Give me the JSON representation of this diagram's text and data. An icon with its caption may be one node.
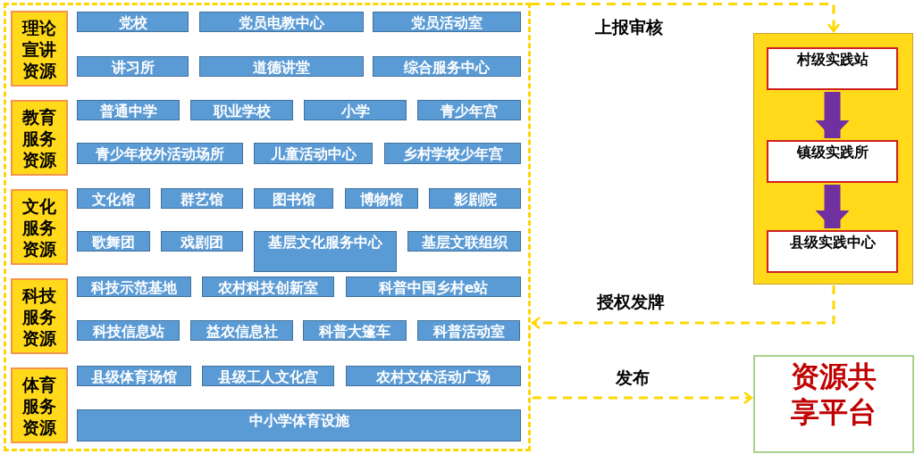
{
  "diagram": {
    "nodes": [
      {
        "text": [],
        "shape": "box"
      },
      {
        "text": [
          "理论宣讲资源"
        ],
        "in": 0
      },
      {
        "text": [
          "党校"
        ],
        "in": 0
      },
      {
        "text": [
          "党员电教中心"
        ],
        "in": 0
      },
      {
        "text": [
          "党员活动室"
        ],
        "in": 0
      },
      {
        "text": [
          "讲习所"
        ],
        "in": 0
      },
      {
        "text": [
          "道德讲堂"
        ],
        "in": 0
      },
      {
        "text": [
          "综合服务中心"
        ],
        "in": 0
      },
      {
        "text": [
          "教育服务资源"
        ],
        "in": 0
      },
      {
        "text": [
          "普通中学"
        ],
        "in": 0
      },
      {
        "text": [
          "职业学校"
        ],
        "in": 0
      },
      {
        "text": [
          "小学"
        ],
        "in": 0
      },
      {
        "text": [
          "青少年宫"
        ],
        "in": 0
      },
      {
        "text": [
          "青少年校外活动场所"
        ],
        "in": 0
      },
      {
        "text": [
          "儿童活动中心"
        ],
        "in": 0
      },
      {
        "text": [
          "乡村学校少年宫"
        ],
        "in": 0
      },
      {
        "text": [
          "文化服务资源"
        ],
        "in": 0
      },
      {
        "text": [
          "文化馆"
        ],
        "in": 0
      },
      {
        "text": [
          "群艺馆"
        ],
        "in": 0
      },
      {
        "text": [
          "图书馆"
        ],
        "in": 0
      },
      {
        "text": [
          "博物馆"
        ],
        "in": 0
      },
      {
        "text": [
          "影剧院"
        ],
        "in": 0
      },
      {
        "text": [
          "歌舞团"
        ],
        "in": 0
      },
      {
        "text": [
          "戏剧团"
        ],
        "in": 0
      },
      {
        "text": [
          "基层文化服务中心"
        ],
        "in": 0
      },
      {
        "text": [
          "基层文联组织"
        ],
        "in": 0
      },
      {
        "text": [
          "科技服务资源"
        ],
        "in": 0
      },
      {
        "text": [
          "科技示范基地"
        ],
        "in": 0
      },
      {
        "text": [
          "农村科技创新室"
        ],
        "in": 0
      },
      {
        "text": [
          "科普中国乡村e站"
        ],
        "in": 0
      },
      {
        "text": [
          "科技信息站"
        ],
        "in": 0
      },
      {
        "text": [
          "益农信息社"
        ],
        "in": 0
      },
      {
        "text": [
          "科普大篷车"
        ],
        "in": 0
      },
      {
        "text": [
          "科普活动室"
        ],
        "in": 0
      },
      {
        "text": [
          "体育服务资源"
        ],
        "in": 0
      },
      {
        "text": [
          "县级体育场馆"
        ],
        "in": 0
      },
      {
        "text": [
          "县级工人文化宫"
        ],
        "in": 0
      },
      {
        "text": [
          "农村文体活动广场"
        ],
        "in": 0
      },
      {
        "text": [
          "中小学体育设施"
        ],
        "in": 0
      },
      {
        "text": [],
        "shape": "box"
      },
      {
        "text": [
          "村级实践站"
        ],
        "in": 39
      },
      {
        "text": [
          "镇级实践所"
        ],
        "in": 39
      },
      {
        "text": [
          "县级实践中心"
        ],
        "in": 39
      },
      {
        "text": [
          "资源共享平台"
        ]
      }
    ],
    "edges": [
      {
        "from": 0,
        "to": 39,
        "arrow": "to",
        "style": "dashed",
        "label": "上报审核"
      },
      {
        "from": 39,
        "to": 0,
        "arrow": "to",
        "style": "dashed",
        "label": "授权发牌"
      },
      {
        "from": 0,
        "to": 43,
        "arrow": "to",
        "style": "dashed",
        "label": "发布"
      },
      {
        "from": 40,
        "to": 41,
        "arrow": "to",
        "style": "thick",
        "color": "#7030a0"
      },
      {
        "from": 41,
        "to": 42,
        "arrow": "to",
        "style": "thick",
        "color": "#7030a0"
      }
    ]
  }
}
